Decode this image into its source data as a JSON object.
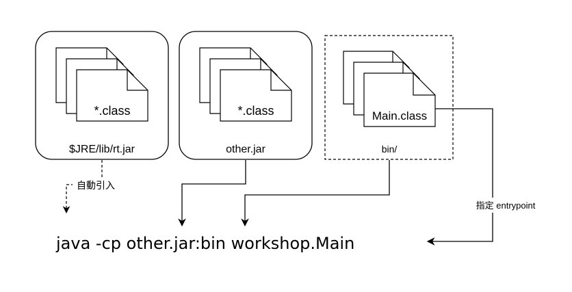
{
  "containers": {
    "rt_jar": {
      "label": "$JRE/lib/rt.jar",
      "file_label": "*.class"
    },
    "other_jar": {
      "label": "other.jar",
      "file_label": "*.class"
    },
    "bin_dir": {
      "label": "bin/",
      "file_label": "Main.class"
    }
  },
  "annotations": {
    "auto_import": "自動引入",
    "entrypoint": "指定 entrypoint"
  },
  "command": "java -cp other.jar:bin workshop.Main"
}
